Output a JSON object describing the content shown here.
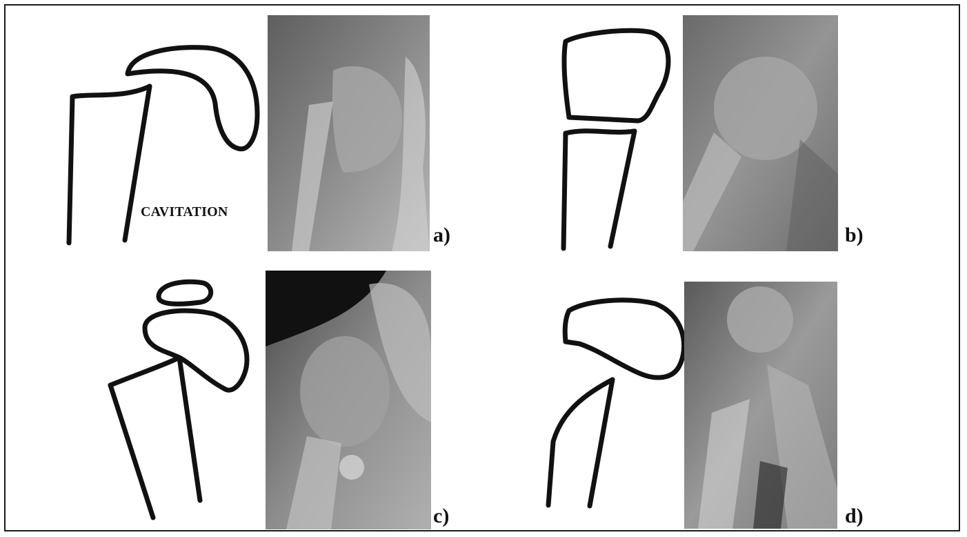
{
  "figure": {
    "panels": [
      {
        "id": "a",
        "label": "a)",
        "annotation": "CAVITATION"
      },
      {
        "id": "b",
        "label": "b)"
      },
      {
        "id": "c",
        "label": "c)"
      },
      {
        "id": "d",
        "label": "d)"
      }
    ]
  }
}
